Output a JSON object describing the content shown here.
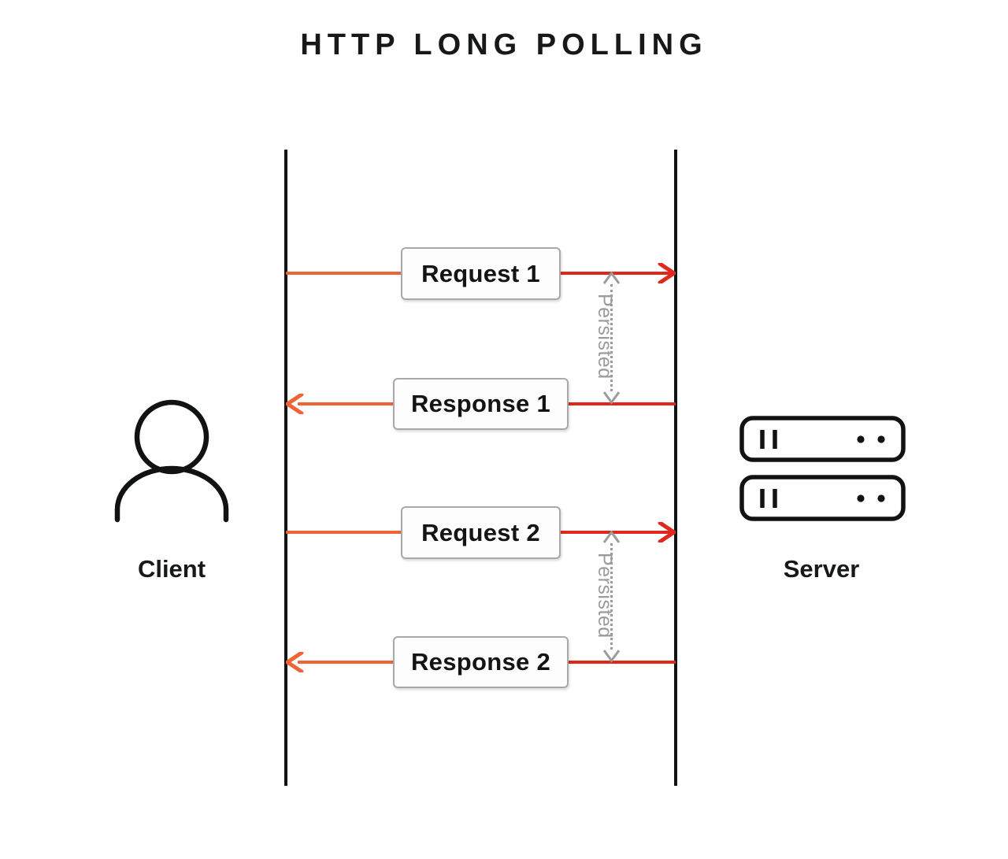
{
  "title": "HTTP LONG POLLING",
  "colors": {
    "background": "#ffffff",
    "title_text": "#17181a",
    "lifeline": "#111213",
    "request_arrow_left": "#ef6434",
    "request_arrow_right": "#e0281d",
    "response_arrow": "#ef6434",
    "box_border": "#a9a9a9",
    "box_fill": "#fdfdfd",
    "box_text": "#141414",
    "persisted_annotation": "#9b9b9b"
  },
  "participants": [
    {
      "id": "client",
      "label": "Client",
      "icon": "user-icon"
    },
    {
      "id": "server",
      "label": "Server",
      "icon": "server-rack-icon"
    }
  ],
  "messages": [
    {
      "id": "request-1",
      "label": "Request 1",
      "direction": "client-to-server"
    },
    {
      "id": "response-1",
      "label": "Response 1",
      "direction": "server-to-client"
    },
    {
      "id": "request-2",
      "label": "Request 2",
      "direction": "client-to-server"
    },
    {
      "id": "response-2",
      "label": "Response 2",
      "direction": "server-to-client"
    }
  ],
  "annotations": [
    {
      "id": "persisted-1",
      "label": "Persisted",
      "style": "dotted-double-arrow-vertical"
    },
    {
      "id": "persisted-2",
      "label": "Persisted",
      "style": "dotted-double-arrow-vertical"
    }
  ]
}
